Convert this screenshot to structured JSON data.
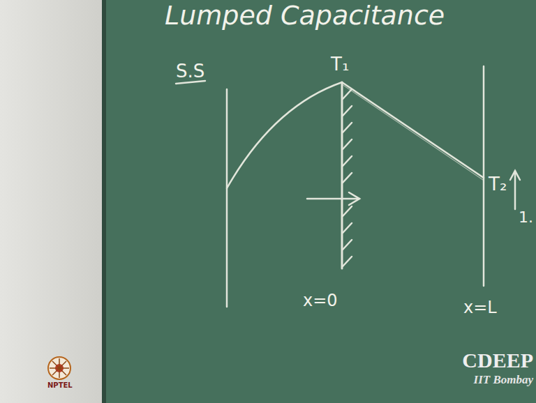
{
  "diagram": {
    "title": "Lumped Capacitance",
    "labels": [
      "S.S",
      "T₁",
      "x=0",
      "x=L",
      "T₂",
      "1.",
      "CDEEP",
      "IIT Bombay",
      "NPTEL"
    ]
  }
}
